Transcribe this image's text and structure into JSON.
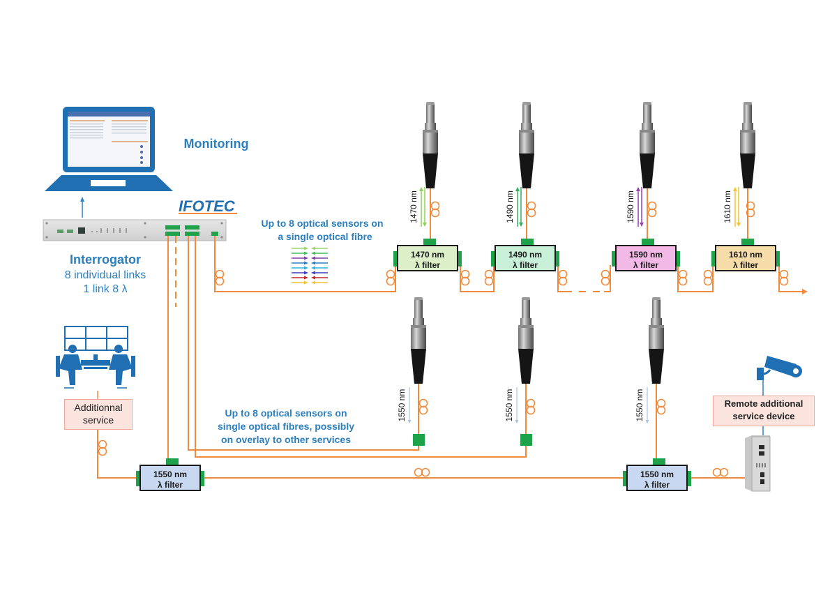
{
  "monitoring": {
    "label": "Monitoring"
  },
  "brand": {
    "logo_text": "IFOTEC"
  },
  "interrogator": {
    "title": "Interrogator",
    "line1": "8 individual links",
    "line2": "1 link 8 λ"
  },
  "top_branch": {
    "caption_line1": "Up to 8 optical sensors on",
    "caption_line2": "a single optical fibre",
    "wavelength_arrows": [
      "#9ed36a",
      "#3fbf5a",
      "#7b3fa8",
      "#2d7fc2",
      "#2fb3d8",
      "#3a3fc0",
      "#c0262b",
      "#f2c230"
    ],
    "filters": [
      {
        "line1": "1470 nm",
        "line2": "λ filter",
        "color": "#dcefc8",
        "sensor_label": "1470 nm",
        "arrow_color": "#8ed05a"
      },
      {
        "line1": "1490 nm",
        "line2": "λ filter",
        "color": "#c8f0d8",
        "sensor_label": "1490 nm",
        "arrow_color": "#2fb05a"
      },
      {
        "line1": "1590 nm",
        "line2": "λ filter",
        "color": "#f2b8e6",
        "sensor_label": "1590 nm",
        "arrow_color": "#9a3fb0"
      },
      {
        "line1": "1610 nm",
        "line2": "λ filter",
        "color": "#f6dca8",
        "sensor_label": "1610 nm",
        "arrow_color": "#f2c230"
      }
    ]
  },
  "bottom_branch": {
    "caption_line1": "Up to 8 optical sensors on",
    "caption_line2": "single optical fibres, possibly",
    "caption_line3": "on overlay to other services",
    "sensor_labels": [
      "1550 nm",
      "1550 nm",
      "1550 nm"
    ],
    "filters": [
      {
        "line1": "1550 nm",
        "line2": "λ filter",
        "color": "#c8d8f0"
      },
      {
        "line1": "1550 nm",
        "line2": "λ filter",
        "color": "#c8d8f0"
      }
    ]
  },
  "additional_service": {
    "line1": "Additionnal",
    "line2": "service"
  },
  "remote_device": {
    "line1": "Remote additional",
    "line2": "service device"
  },
  "colors": {
    "fiber": "#f08a3c",
    "accent_blue": "#2c7fbf",
    "icon_blue": "#1f6fb2",
    "port_green": "#1ea24a"
  }
}
